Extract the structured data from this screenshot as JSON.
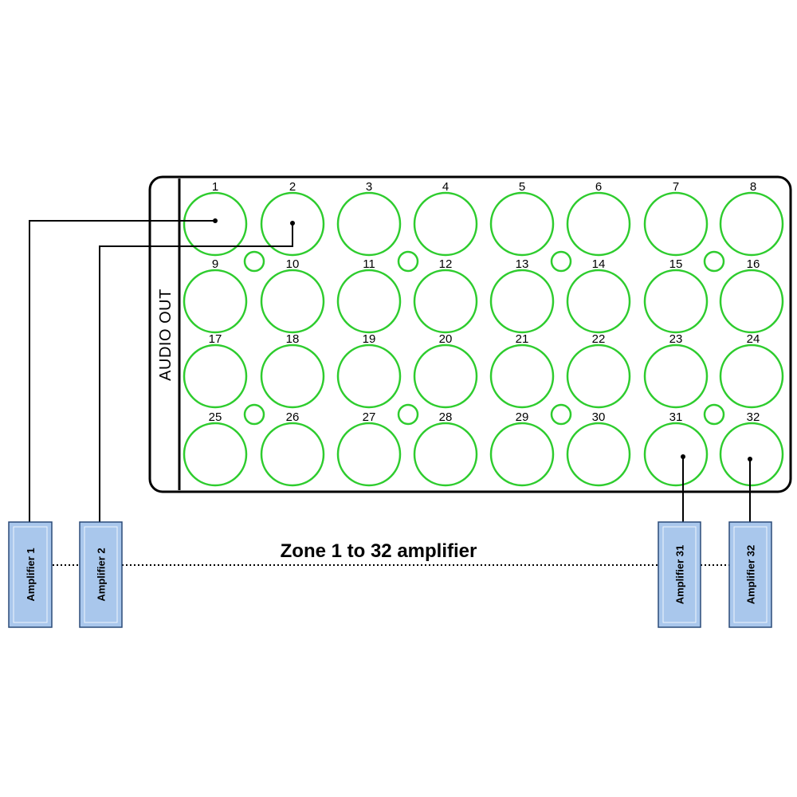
{
  "panel": {
    "title": "AUDIO OUT",
    "ports": [
      "1",
      "2",
      "3",
      "4",
      "5",
      "6",
      "7",
      "8",
      "9",
      "10",
      "11",
      "12",
      "13",
      "14",
      "15",
      "16",
      "17",
      "18",
      "19",
      "20",
      "21",
      "22",
      "23",
      "24",
      "25",
      "26",
      "27",
      "28",
      "29",
      "30",
      "31",
      "32"
    ],
    "port_color": "#2ecc2e"
  },
  "caption": "Zone 1 to 32 amplifier",
  "amplifiers": [
    {
      "label": "Amplifier 1",
      "port": 1
    },
    {
      "label": "Amplifier 2",
      "port": 2
    },
    {
      "label": "Amplifier 31",
      "port": 31
    },
    {
      "label": "Amplifier 32",
      "port": 32
    }
  ],
  "amplifier_color": "#a9c7ec"
}
